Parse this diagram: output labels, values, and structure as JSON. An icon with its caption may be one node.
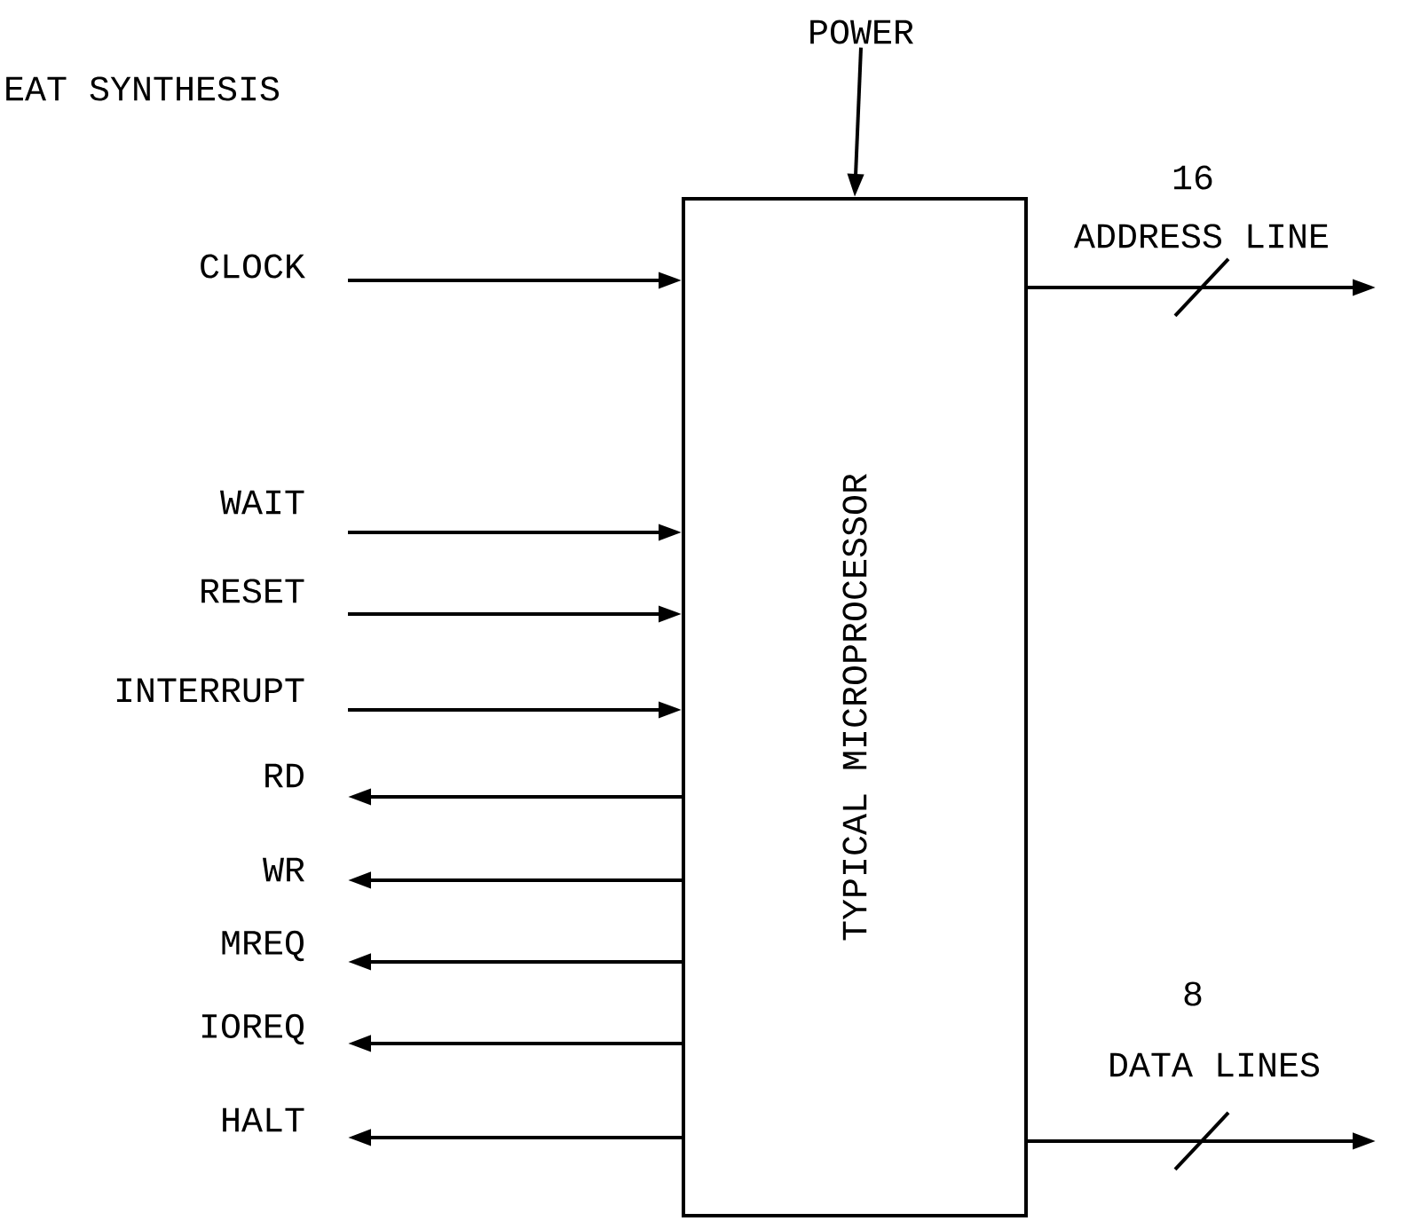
{
  "diagram": {
    "nodes": [
      {
        "text": [
          "TYPICAL MICROPROCESSOR"
        ]
      },
      {
        "text": [
          "POWER"
        ]
      },
      {
        "text": [
          "CLOCK"
        ]
      },
      {
        "text": [
          "WAIT"
        ]
      },
      {
        "text": [
          "RESET"
        ]
      },
      {
        "text": [
          "INTERRUPT"
        ]
      },
      {
        "text": [
          "RD"
        ]
      },
      {
        "text": [
          "WR"
        ]
      },
      {
        "text": [
          "MREQ"
        ]
      },
      {
        "text": [
          "IOREQ"
        ]
      },
      {
        "text": [
          "HALT"
        ]
      }
    ],
    "edges": [
      {
        "from": 1,
        "to": 0,
        "arrow": "to"
      },
      {
        "from": 2,
        "to": 0,
        "arrow": "to"
      },
      {
        "from": 3,
        "to": 0,
        "arrow": "to"
      },
      {
        "from": 4,
        "to": 0,
        "arrow": "to"
      },
      {
        "from": 5,
        "to": 0,
        "arrow": "to"
      },
      {
        "from": 0,
        "to": 6,
        "arrow": "to"
      },
      {
        "from": 0,
        "to": 7,
        "arrow": "to"
      },
      {
        "from": 0,
        "to": 8,
        "arrow": "to"
      },
      {
        "from": 0,
        "to": 9,
        "arrow": "to"
      },
      {
        "from": 0,
        "to": 10,
        "arrow": "to"
      },
      {
        "from": 0,
        "to": null,
        "arrow": "to"
      },
      {
        "from": 0,
        "to": null,
        "arrow": "to"
      }
    ],
    "labels": [
      "EAT SYNTHESIS",
      "16",
      "ADDRESS LINE",
      "8",
      "DATA LINES"
    ]
  }
}
